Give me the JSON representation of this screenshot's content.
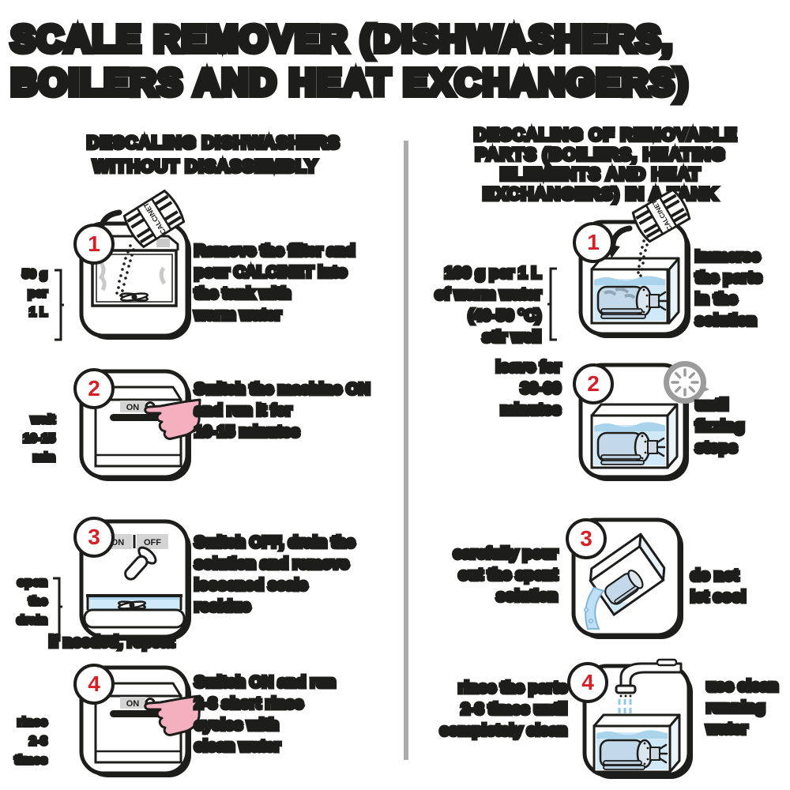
{
  "title": {
    "line1": "SCALE REMOVER (DISHWASHERS,",
    "line2": "BOILERS AND HEAT EXCHANGERS)"
  },
  "product": {
    "name": "CALCINET"
  },
  "switch": {
    "on": "ON",
    "off": "OFF"
  },
  "colors": {
    "ink": "#1d1d1b",
    "accent_red": "#d61f26",
    "divider_gray": "#acacac",
    "clock_gray": "#9b9b9b",
    "water_blue": "#cfe9f8",
    "water_edge": "#a9d4ec",
    "hand_pink": "#f5b0bf"
  },
  "columns": {
    "left": {
      "header": [
        "DESCALING DISHWASHERS",
        "WITHOUT DISASSEMBLY"
      ],
      "steps": [
        {
          "number": "1",
          "left_label": [
            "50 g",
            "per",
            "1 L"
          ],
          "right_label": [
            "Remove the filter and",
            "pour CALCINET into",
            "the tank with",
            "warm water"
          ]
        },
        {
          "number": "2",
          "left_label": [
            "wait",
            "10-15",
            "min"
          ],
          "right_label": [
            "Switch the machine ON",
            "and run it for",
            "10-15 minutes"
          ]
        },
        {
          "number": "3",
          "left_label": [
            "open",
            "the",
            "drain"
          ],
          "right_label": [
            "Switch OFF, drain the",
            "solution and remove",
            "loosened scale",
            "residue"
          ],
          "bottom_label": [
            "if needed, repeat"
          ]
        },
        {
          "number": "4",
          "left_label": [
            "rinse",
            "2-3",
            "times"
          ],
          "right_label": [
            "Switch ON and run",
            "2-3 short rinse",
            "cycles with",
            "clean water"
          ]
        }
      ]
    },
    "right": {
      "header": [
        "DESCALING OF REMOVABLE",
        "PARTS (BOILERS, HEATING",
        "ELEMENTS AND HEAT",
        "EXCHANGERS) IN A TANK"
      ],
      "steps": [
        {
          "number": "1",
          "left_label": [
            "100 g per 1 L",
            "of warm water",
            "(40-50 °C)",
            "stir well"
          ],
          "right_label": [
            "Immerse",
            "the parts",
            "in the",
            "solution"
          ]
        },
        {
          "number": "2",
          "left_label": [
            "leave for",
            "30-60",
            "minutes"
          ],
          "right_label": [
            "until",
            "fizzing",
            "stops"
          ]
        },
        {
          "number": "3",
          "left_label": [
            "carefully pour",
            "out the spent",
            "solution"
          ],
          "right_label": [
            "do not",
            "let cool"
          ]
        },
        {
          "number": "4",
          "left_label": [
            "rinse the parts",
            "2-3 times until",
            "completely clean"
          ],
          "right_label": [
            "use clean",
            "running",
            "water"
          ]
        }
      ]
    }
  }
}
